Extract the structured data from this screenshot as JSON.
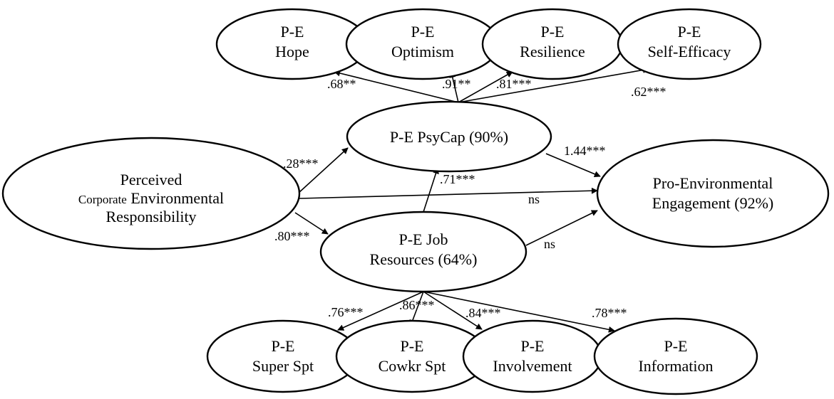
{
  "nodes": {
    "hope": [
      "P-E",
      "Hope"
    ],
    "optimism": [
      "P-E",
      "Optimism"
    ],
    "resilience": [
      "P-E",
      "Resilience"
    ],
    "self_efficacy": [
      "P-E",
      "Self-Efficacy"
    ],
    "psycap": "P-E PsyCap (90%)",
    "pcer": {
      "line1": "Perceived",
      "line2a": "Corporate",
      "line2b": "Environmental",
      "line3": "Responsibility"
    },
    "job_resources": [
      "P-E Job",
      "Resources (64%)"
    ],
    "engagement": [
      "Pro-Environmental",
      "Engagement (92%)"
    ],
    "super_spt": [
      "P-E",
      "Super Spt"
    ],
    "cowkr_spt": [
      "P-E",
      "Cowkr Spt"
    ],
    "involvement": [
      "P-E",
      "Involvement"
    ],
    "information": [
      "P-E",
      "Information"
    ]
  },
  "coefficients": {
    "psycap_hope": ".68**",
    "psycap_optimism": ".91**",
    "psycap_resilience": ".81***",
    "psycap_self_efficacy": ".62***",
    "pcer_psycap": ".28***",
    "psycap_engagement": "1.44***",
    "jobres_psycap": ".71***",
    "pcer_engagement": "ns",
    "pcer_jobres": ".80***",
    "jobres_engagement": "ns",
    "jobres_super": ".76***",
    "jobres_cowkr": ".86***",
    "jobres_involvement": ".84***",
    "jobres_information": ".78***"
  }
}
